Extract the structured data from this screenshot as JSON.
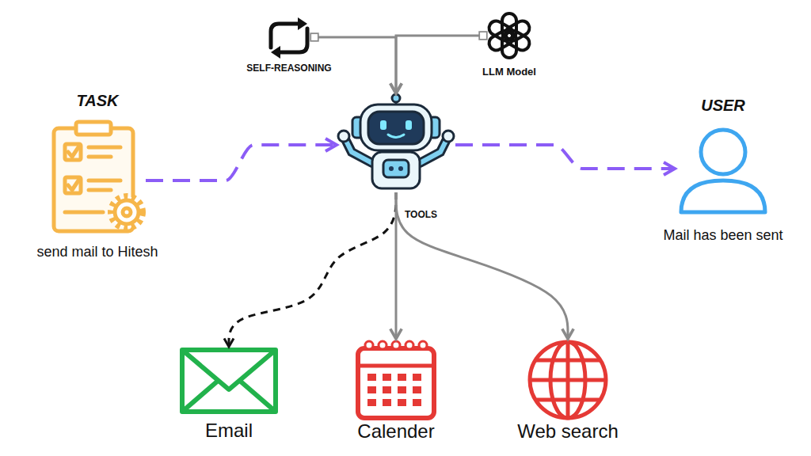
{
  "diagram": {
    "nodes": [
      {
        "text": [
          "SELF-REASONING"
        ]
      },
      {
        "text": [
          "LLM Model"
        ]
      },
      {
        "text": [
          "TASK",
          "send mail to Hitesh"
        ]
      },
      {
        "text": [
          "TOOLS"
        ]
      },
      {
        "text": [
          "USER",
          "Mail has been sent"
        ]
      },
      {
        "text": [
          "Email"
        ]
      },
      {
        "text": [
          "Calender"
        ]
      },
      {
        "text": [
          "Web search"
        ]
      }
    ],
    "edges": [
      {
        "from": 0,
        "to": 3,
        "arrow": "to"
      },
      {
        "from": 1,
        "to": 3,
        "arrow": "to"
      },
      {
        "from": 2,
        "to": 3,
        "arrow": "to"
      },
      {
        "from": 3,
        "to": 4,
        "arrow": "to"
      },
      {
        "from": 3,
        "to": 5,
        "arrow": "to"
      },
      {
        "from": 3,
        "to": 6,
        "arrow": "to"
      },
      {
        "from": 3,
        "to": 7,
        "arrow": "to"
      }
    ]
  }
}
